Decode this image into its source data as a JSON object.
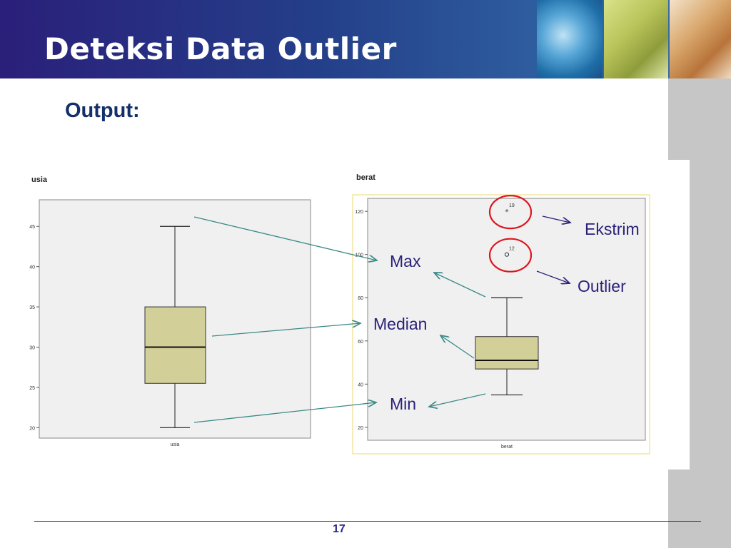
{
  "slide": {
    "title": "Deteksi Data Outlier",
    "subtitle": "Output:",
    "page_number": "17",
    "colors": {
      "header": "#2a1f7a",
      "accent_text": "#13306a",
      "annotation": "#2b2178",
      "arrow": "#3a8a86",
      "circle": "#e0141e",
      "box_fill": "#d3cf98"
    }
  },
  "annotations": {
    "max": "Max",
    "median": "Median",
    "min": "Min",
    "ekstrim": "Ekstrim",
    "outlier": "Outlier"
  },
  "chart_data": [
    {
      "type": "boxplot",
      "title": "usia",
      "xlabel": "usia",
      "ylim": [
        18.7,
        48.3
      ],
      "yticks": [
        20,
        25,
        30,
        35,
        40,
        45
      ],
      "grid": false,
      "box": {
        "min": 20,
        "q1": 25.5,
        "median": 30,
        "q3": 35,
        "max": 45
      },
      "outliers": []
    },
    {
      "type": "boxplot",
      "title": "berat",
      "xlabel": "berat",
      "ylim": [
        14,
        126
      ],
      "yticks": [
        20,
        40,
        60,
        80,
        100,
        120
      ],
      "grid": false,
      "box": {
        "min": 35,
        "q1": 47,
        "median": 51,
        "q3": 62,
        "max": 80
      },
      "outliers": [
        {
          "value": 100,
          "label": "12",
          "marker": "circle"
        },
        {
          "value": 120,
          "label": "19",
          "marker": "star"
        }
      ]
    }
  ]
}
